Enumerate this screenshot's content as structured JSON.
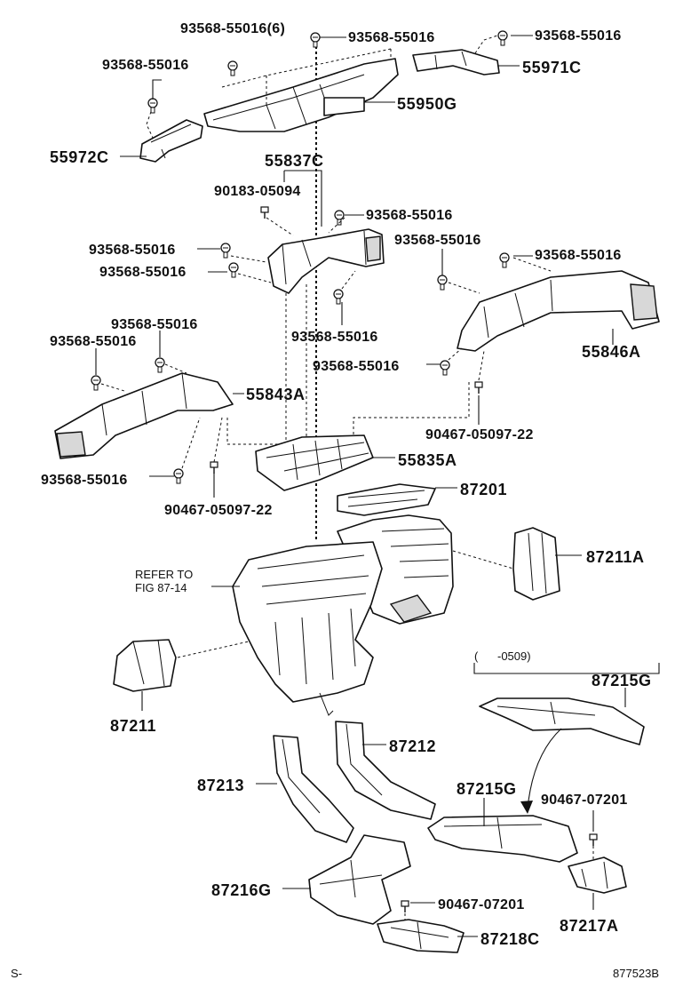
{
  "labels": {
    "l93568_55016_6": "93568-55016(6)",
    "l93568_55016_top": "93568-55016",
    "l93568_55016_topright": "93568-55016",
    "l93568_55016_topleft": "93568-55016",
    "l55971C": "55971C",
    "l55950G": "55950G",
    "l55972C": "55972C",
    "l55837C": "55837C",
    "l90183_05094": "90183-05094",
    "l93568_55016_mid1": "93568-55016",
    "l93568_55016_mid2": "93568-55016",
    "l93568_55016_mid3": "93568-55016",
    "l93568_55016_mid4": "93568-55016",
    "l93568_55016_right1": "93568-55016",
    "l93568_55016_right2": "93568-55016",
    "l93568_55016_lower1": "93568-55016",
    "l93568_55016_lower2": "93568-55016",
    "l93568_55016_lower3": "93568-55016",
    "l93568_55016_bottom": "93568-55016",
    "l55846A": "55846A",
    "l55843A": "55843A",
    "l90467_05097_22a": "90467-05097-22",
    "l90467_05097_22b": "90467-05097-22",
    "l55835A": "55835A",
    "l87201": "87201",
    "l87211A": "87211A",
    "refer1": "REFER TO",
    "refer2": "FIG 87-14",
    "l87211": "87211",
    "range_note": "(      -0509)",
    "l87215G_top": "87215G",
    "l87212": "87212",
    "l87213": "87213",
    "l87215G_mid": "87215G",
    "l90467_07201a": "90467-07201",
    "l87216G": "87216G",
    "l90467_07201b": "90467-07201",
    "l87217A": "87217A",
    "l87218C": "87218C",
    "footer_left": "S-",
    "footer_right": "877523B"
  }
}
